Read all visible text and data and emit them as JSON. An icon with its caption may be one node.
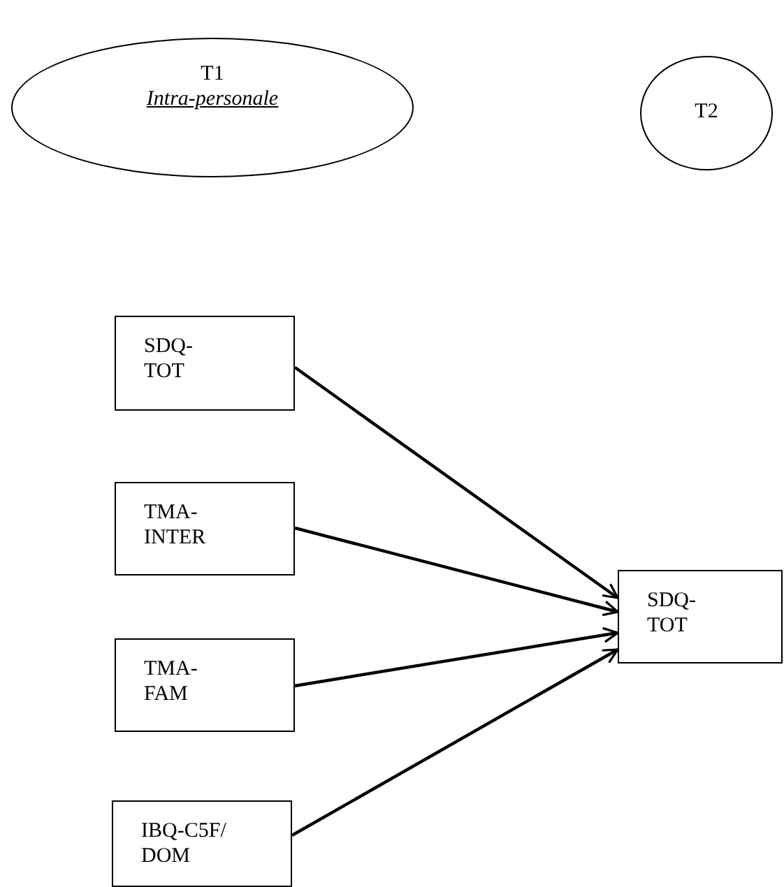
{
  "diagram": {
    "nodes": [
      {
        "text": [
          "T1",
          "Intra-personale"
        ]
      },
      {
        "text": [
          "T2"
        ]
      },
      {
        "text": [
          "SDQ-TOT"
        ]
      },
      {
        "text": [
          "TMA-INTER"
        ]
      },
      {
        "text": [
          "TMA-FAM"
        ]
      },
      {
        "text": [
          "IBQ-C5F/DOM"
        ]
      },
      {
        "text": [
          "SDQ-TOT"
        ]
      }
    ],
    "edges": [
      {
        "from": 2,
        "to": 6,
        "arrow": "to"
      },
      {
        "from": 3,
        "to": 6,
        "arrow": "to"
      },
      {
        "from": 4,
        "to": 6,
        "arrow": "to"
      },
      {
        "from": 5,
        "to": 6,
        "arrow": "to"
      }
    ]
  }
}
